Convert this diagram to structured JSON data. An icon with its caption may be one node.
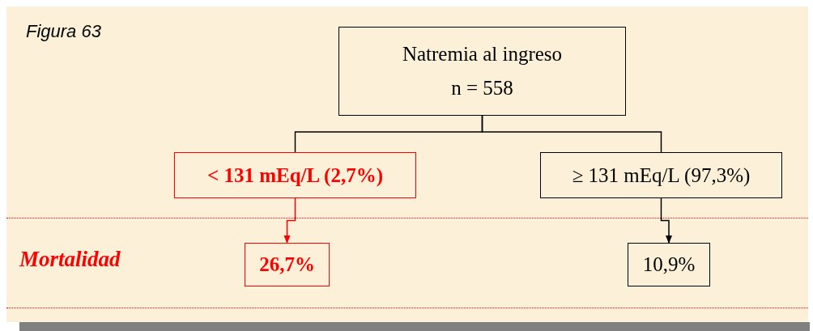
{
  "diagram": {
    "nodes": [
      {
        "text": [
          "Natremia al ingreso",
          "n = 558"
        ]
      },
      {
        "text": [
          "< 131 mEq/L (2,7%)"
        ]
      },
      {
        "text": [
          "≥ 131 mEq/L (97,3%)"
        ]
      },
      {
        "text": [
          "26,7%"
        ]
      },
      {
        "text": [
          "10,9%"
        ]
      }
    ],
    "edges": [
      {
        "from": 0,
        "to": 1,
        "arrow": "none"
      },
      {
        "from": 0,
        "to": 2,
        "arrow": "none"
      },
      {
        "from": 1,
        "to": 3,
        "arrow": "to",
        "color": "#ff0000"
      },
      {
        "from": 2,
        "to": 4,
        "arrow": "to"
      }
    ],
    "labels": [
      "Figura 63",
      "Mortalidad"
    ]
  }
}
